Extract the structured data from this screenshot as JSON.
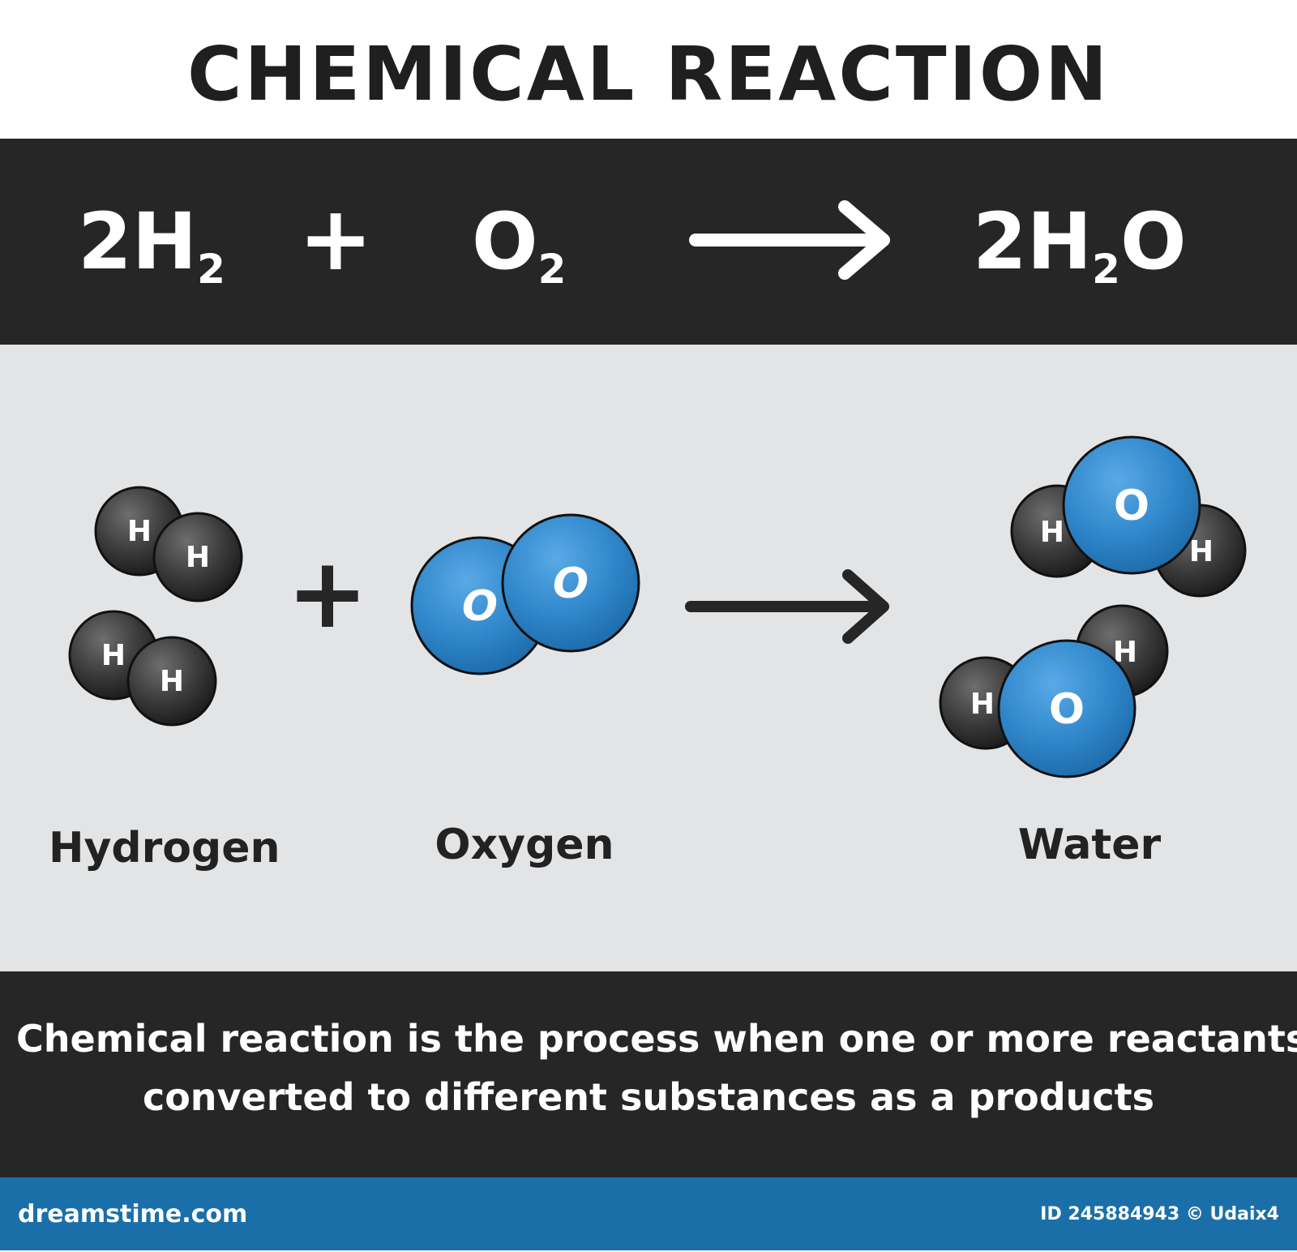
{
  "title": "CHEMICAL REACTION",
  "equation": {
    "reactant1": {
      "coef": "2",
      "element": "H",
      "sub": "2"
    },
    "plus": "+",
    "reactant2": {
      "element": "O",
      "sub": "2"
    },
    "product": {
      "coef": "2",
      "element": "H",
      "sub": "2",
      "element2": "O"
    }
  },
  "diagram": {
    "plus": "+",
    "hydrogen_atom": "H",
    "oxygen_atom": "O",
    "labels": {
      "hydrogen": "Hydrogen",
      "oxygen": "Oxygen",
      "water": "Water"
    },
    "colors": {
      "hydrogen": "#3a3a3a",
      "oxygen": "#2e86c9",
      "panel": "#e3e4e6"
    }
  },
  "description": {
    "line1": "Chemical reaction is the process when one or more reactants",
    "line2": "converted to different substances as a products"
  },
  "footer": {
    "site": "dreamstime.com",
    "credit": "ID 245884943 © Udaix4"
  }
}
